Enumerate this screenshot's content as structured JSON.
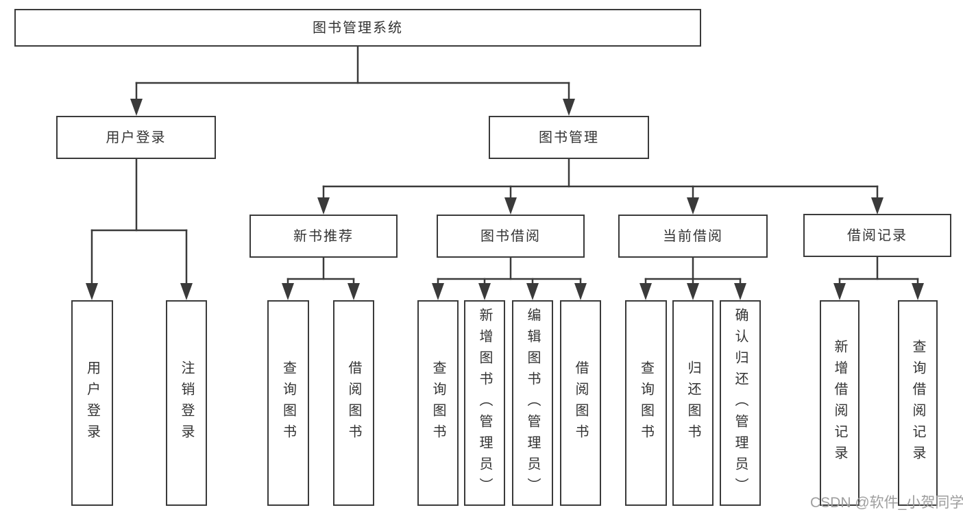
{
  "diagram": {
    "root": {
      "label": "图书管理系统"
    },
    "branches": [
      {
        "label": "用户登录",
        "children": [
          {
            "label": "用户登录"
          },
          {
            "label": "注销登录"
          }
        ]
      },
      {
        "label": "图书管理",
        "sections": [
          {
            "label": "新书推荐",
            "children": [
              {
                "label": "查询图书"
              },
              {
                "label": "借阅图书"
              }
            ]
          },
          {
            "label": "图书借阅",
            "children": [
              {
                "label": "查询图书"
              },
              {
                "label": "新增图书（管理员）"
              },
              {
                "label": "编辑图书（管理员）"
              },
              {
                "label": "借阅图书"
              }
            ]
          },
          {
            "label": "当前借阅",
            "children": [
              {
                "label": "查询图书"
              },
              {
                "label": "归还图书"
              },
              {
                "label": "确认归还（管理员）"
              }
            ]
          },
          {
            "label": "借阅记录",
            "children": [
              {
                "label": "新增借阅记录"
              },
              {
                "label": "查询借阅记录"
              }
            ]
          }
        ]
      }
    ],
    "watermark": "CSDN @软件_小贺同学",
    "colors": {
      "line": "#3a3a3a",
      "text": "#333333",
      "watermark": "#9e9e9e",
      "background": "#ffffff"
    }
  }
}
